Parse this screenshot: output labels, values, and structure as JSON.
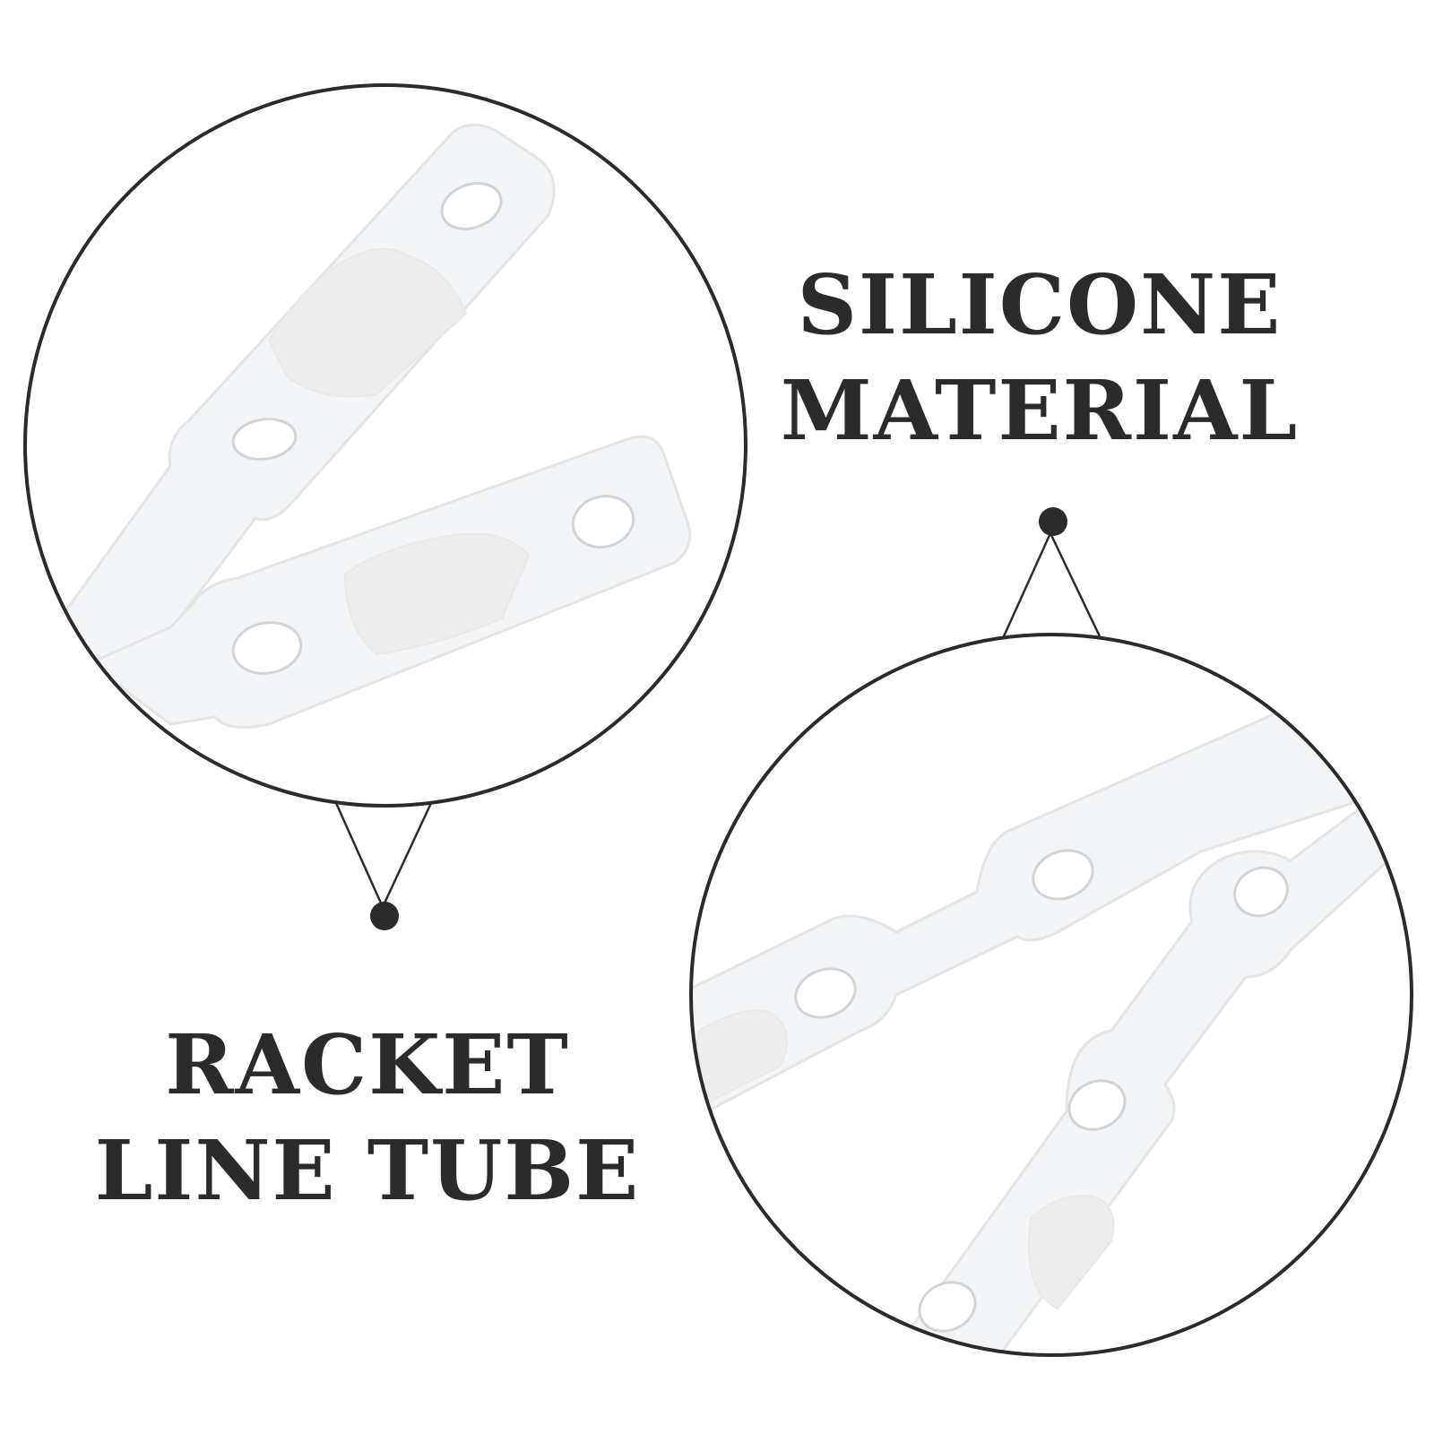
{
  "callouts": [
    {
      "id": "silicone-material",
      "lines": [
        "SILICONE",
        "MATERIAL"
      ]
    },
    {
      "id": "racket-line-tube",
      "lines": [
        "RACKET",
        "LINE TUBE"
      ]
    }
  ],
  "colors": {
    "ink": "#2b2b2b",
    "strip_fill": "#f3f4f5",
    "strip_edge": "#e3e5e7",
    "hole_edge": "#d2d5d8",
    "background": "#ffffff"
  }
}
